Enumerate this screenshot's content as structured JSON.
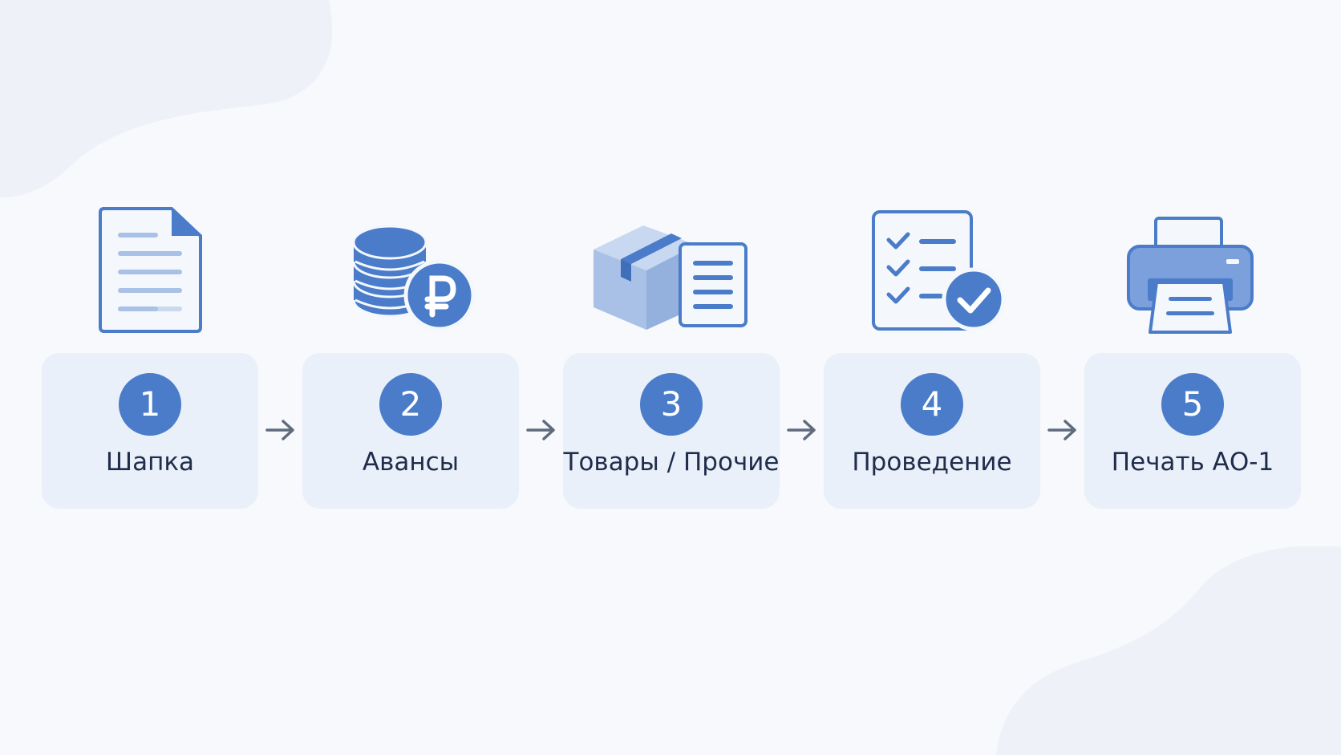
{
  "colors": {
    "background": "#f7f9fc",
    "card": "#e9f0fa",
    "accent": "#4a7cc9",
    "icon_light": "#a9c1e6",
    "text": "#1f2c4a",
    "arrow": "#5f6b7d"
  },
  "steps": [
    {
      "number": "1",
      "label": "Шапка",
      "icon": "document-icon"
    },
    {
      "number": "2",
      "label": "Авансы",
      "icon": "coins-ruble-icon"
    },
    {
      "number": "3",
      "label": "Товары / Прочие",
      "icon": "box-document-icon"
    },
    {
      "number": "4",
      "label": "Проведение",
      "icon": "checklist-approved-icon"
    },
    {
      "number": "5",
      "label": "Печать АО-1",
      "icon": "printer-icon"
    }
  ]
}
